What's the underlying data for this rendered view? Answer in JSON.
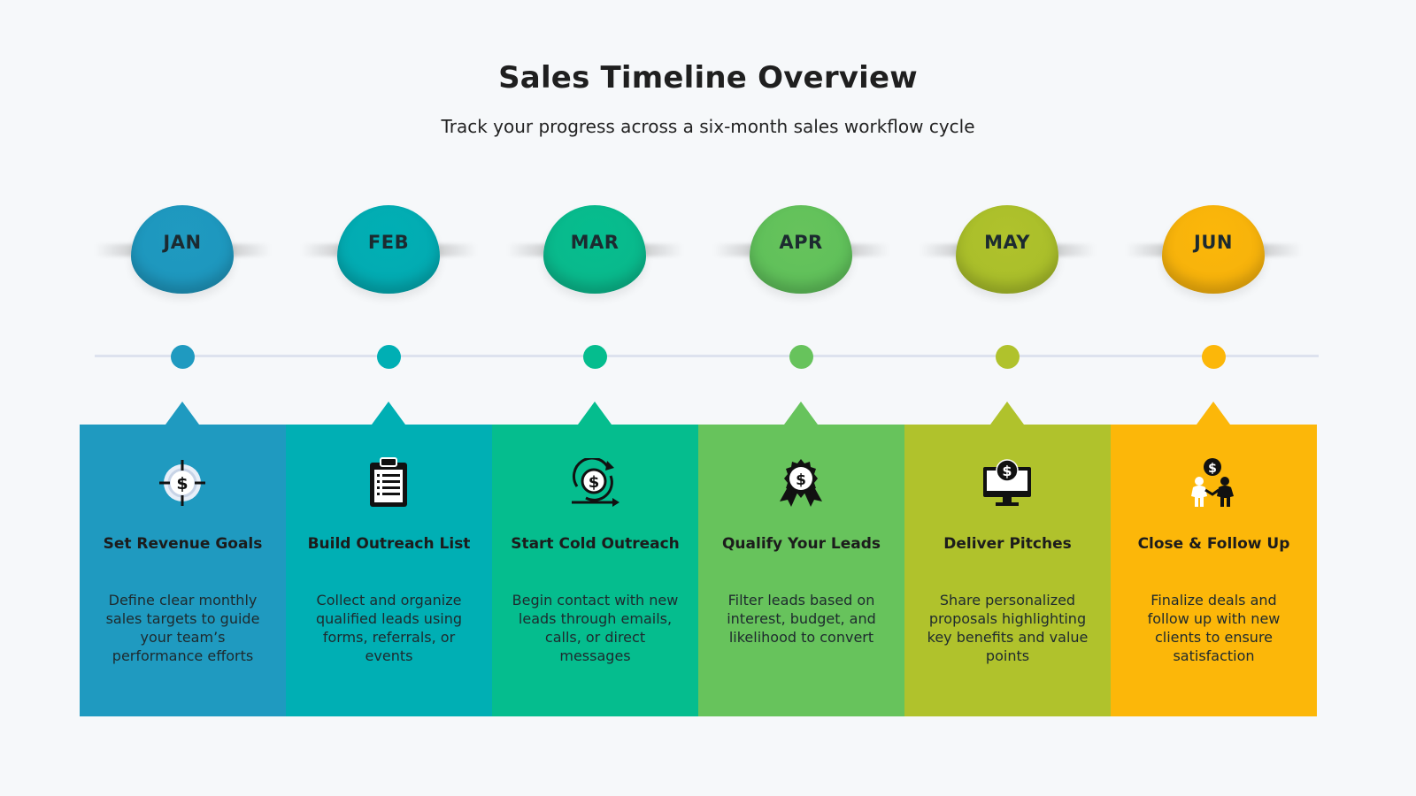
{
  "title": "Sales Timeline Overview",
  "subtitle": "Track your progress across a six-month sales workflow cycle",
  "stages": [
    {
      "month": "JAN",
      "heading": "Set Revenue Goals",
      "description": "Define clear monthly sales targets to guide your team’s performance efforts",
      "icon": "target-dollar-icon",
      "color": "#1f9ac0",
      "badge_color": "#1e97be"
    },
    {
      "month": "FEB",
      "heading": "Build Outreach List",
      "description": "Collect and organize qualified leads using forms, referrals, or events",
      "icon": "clipboard-list-icon",
      "color": "#00afb4",
      "badge_color": "#03abb2"
    },
    {
      "month": "MAR",
      "heading": "Start Cold Outreach",
      "description": "Begin contact with new leads through emails, calls, or direct messages",
      "icon": "dollar-cycle-icon",
      "color": "#05bd8e",
      "badge_color": "#0ab98c"
    },
    {
      "month": "APR",
      "heading": "Qualify Your Leads",
      "description": "Filter leads based on interest, budget, and likelihood to convert",
      "icon": "award-badge-icon",
      "color": "#67c35c",
      "badge_color": "#5fc05a"
    },
    {
      "month": "MAY",
      "heading": "Deliver Pitches",
      "description": "Share personalized proposals highlighting key benefits and value points",
      "icon": "monitor-dollar-icon",
      "color": "#b0c22c",
      "badge_color": "#a9be2a"
    },
    {
      "month": "JUN",
      "heading": "Close & Follow Up",
      "description": "Finalize deals and follow up with new clients to ensure satisfaction",
      "icon": "handshake-dollar-icon",
      "color": "#fcb709",
      "badge_color": "#f6b20c"
    }
  ]
}
